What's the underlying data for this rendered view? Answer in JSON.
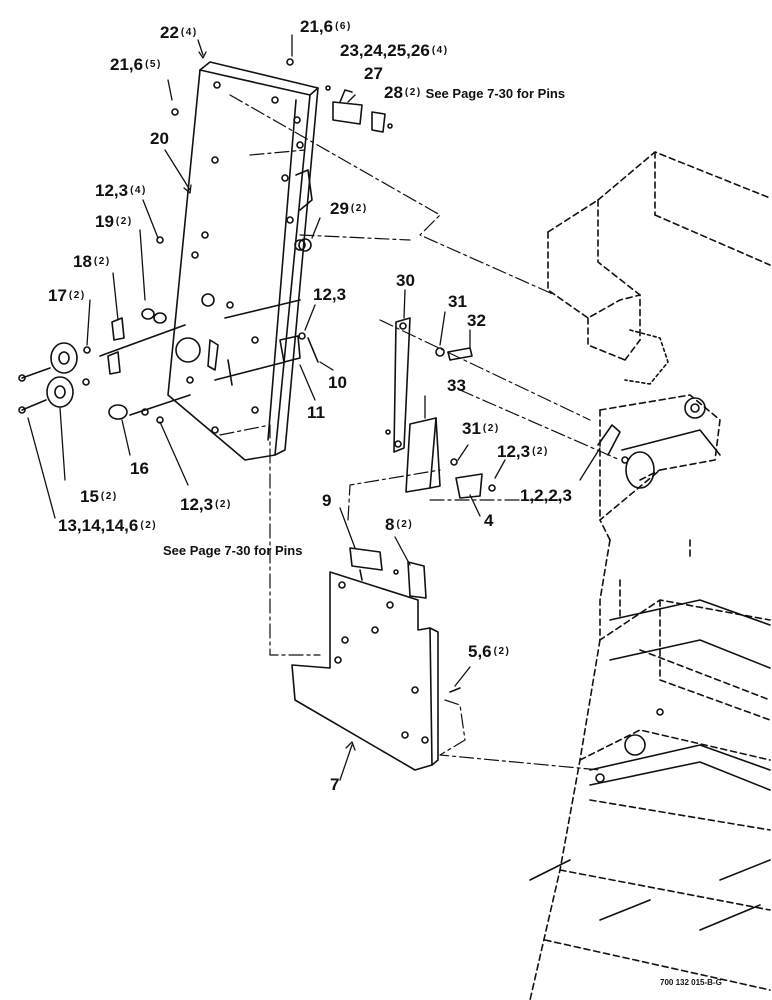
{
  "figure_code": "700 132 015-B-G",
  "pins_note_left": "See Page 7-30 for Pins",
  "callouts": [
    {
      "id": "c22",
      "label": "22",
      "qty": "(4)",
      "note": ""
    },
    {
      "id": "c21a",
      "label": "21,6",
      "qty": "(6)",
      "note": ""
    },
    {
      "id": "c23",
      "label": "23,24,25,26",
      "qty": "(4)",
      "note": ""
    },
    {
      "id": "c21b",
      "label": "21,6",
      "qty": "(5)",
      "note": ""
    },
    {
      "id": "c27",
      "label": "27",
      "qty": "",
      "note": ""
    },
    {
      "id": "c28",
      "label": "28",
      "qty": "(2)",
      "note": "See Page 7-30 for Pins"
    },
    {
      "id": "c20",
      "label": "20",
      "qty": "",
      "note": ""
    },
    {
      "id": "c12a",
      "label": "12,3",
      "qty": "(4)",
      "note": ""
    },
    {
      "id": "c29",
      "label": "29",
      "qty": "(2)",
      "note": ""
    },
    {
      "id": "c19",
      "label": "19",
      "qty": "(2)",
      "note": ""
    },
    {
      "id": "c18",
      "label": "18",
      "qty": "(2)",
      "note": ""
    },
    {
      "id": "c30",
      "label": "30",
      "qty": "",
      "note": ""
    },
    {
      "id": "c17",
      "label": "17",
      "qty": "(2)",
      "note": ""
    },
    {
      "id": "c12b",
      "label": "12,3",
      "qty": "",
      "note": ""
    },
    {
      "id": "c31a",
      "label": "31",
      "qty": "",
      "note": ""
    },
    {
      "id": "c32",
      "label": "32",
      "qty": "",
      "note": ""
    },
    {
      "id": "c10",
      "label": "10",
      "qty": "",
      "note": ""
    },
    {
      "id": "c33",
      "label": "33",
      "qty": "",
      "note": ""
    },
    {
      "id": "c11",
      "label": "11",
      "qty": "",
      "note": ""
    },
    {
      "id": "c31b",
      "label": "31",
      "qty": "(2)",
      "note": ""
    },
    {
      "id": "c12c",
      "label": "12,3",
      "qty": "(2)",
      "note": ""
    },
    {
      "id": "c16",
      "label": "16",
      "qty": "",
      "note": ""
    },
    {
      "id": "c1",
      "label": "1,2,2,3",
      "qty": "",
      "note": ""
    },
    {
      "id": "c15",
      "label": "15",
      "qty": "(2)",
      "note": ""
    },
    {
      "id": "c12d",
      "label": "12,3",
      "qty": "(2)",
      "note": ""
    },
    {
      "id": "c4",
      "label": "4",
      "qty": "",
      "note": ""
    },
    {
      "id": "c13",
      "label": "13,14,14,6",
      "qty": "(2)",
      "note": ""
    },
    {
      "id": "c9",
      "label": "9",
      "qty": "",
      "note": ""
    },
    {
      "id": "c8",
      "label": "8",
      "qty": "(2)",
      "note": ""
    },
    {
      "id": "c5",
      "label": "5,6",
      "qty": "(2)",
      "note": ""
    },
    {
      "id": "c7",
      "label": "7",
      "qty": "",
      "note": ""
    }
  ]
}
